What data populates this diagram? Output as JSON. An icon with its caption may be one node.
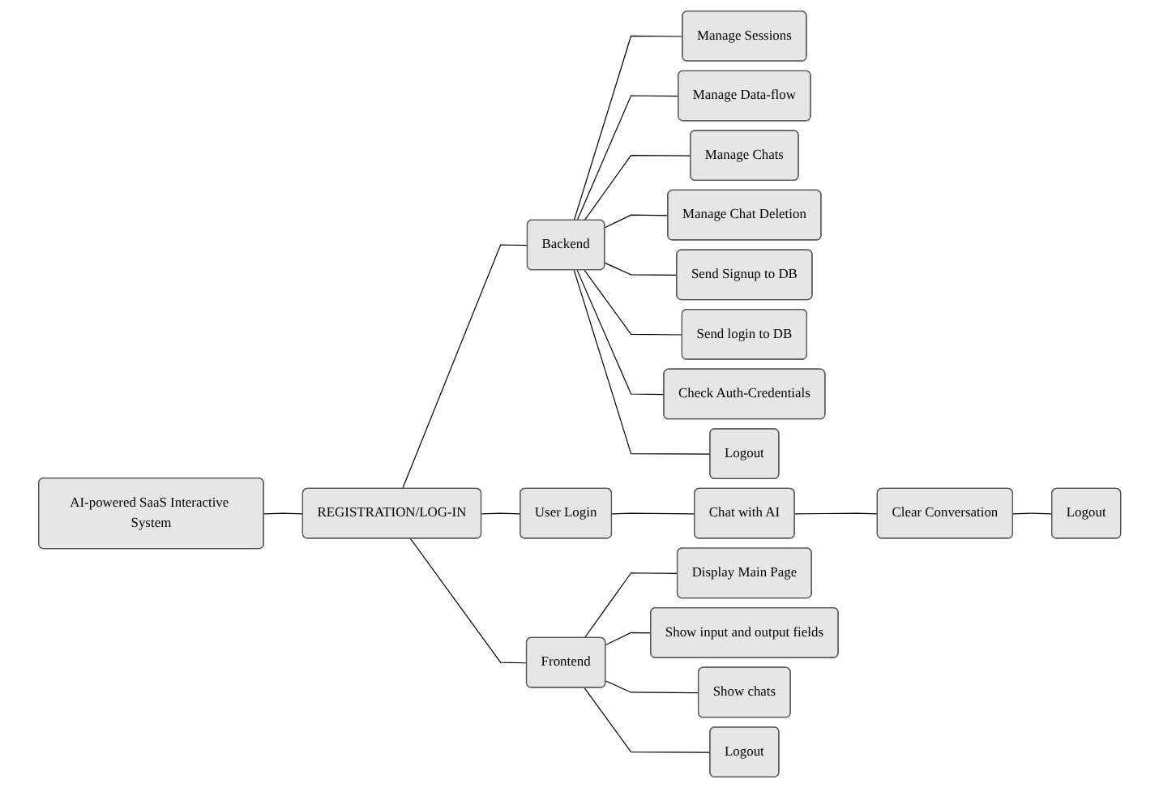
{
  "diagram": {
    "nodes": [
      {
        "text": [
          "AI-powered SaaS Interactive System"
        ]
      },
      {
        "text": [
          "REGISTRATION/LOG-IN"
        ]
      },
      {
        "text": [
          "Backend"
        ]
      },
      {
        "text": [
          "User Login"
        ]
      },
      {
        "text": [
          "Frontend"
        ]
      },
      {
        "text": [
          "Manage Sessions"
        ]
      },
      {
        "text": [
          "Manage Data-flow"
        ]
      },
      {
        "text": [
          "Manage Chats"
        ]
      },
      {
        "text": [
          "Manage Chat Deletion"
        ]
      },
      {
        "text": [
          "Send Signup to DB"
        ]
      },
      {
        "text": [
          "Send login to DB"
        ]
      },
      {
        "text": [
          "Check Auth-Credentials"
        ]
      },
      {
        "text": [
          "Logout"
        ]
      },
      {
        "text": [
          "Chat with AI"
        ]
      },
      {
        "text": [
          "Clear Conversation"
        ]
      },
      {
        "text": [
          "Logout"
        ]
      },
      {
        "text": [
          "Display Main Page"
        ]
      },
      {
        "text": [
          "Show input and output fields"
        ]
      },
      {
        "text": [
          "Show chats"
        ]
      },
      {
        "text": [
          "Logout"
        ]
      }
    ],
    "edges": [
      {
        "from": 0,
        "to": 1,
        "arrow": "none"
      },
      {
        "from": 1,
        "to": 2,
        "arrow": "none"
      },
      {
        "from": 1,
        "to": 3,
        "arrow": "none"
      },
      {
        "from": 1,
        "to": 4,
        "arrow": "none"
      },
      {
        "from": 2,
        "to": 5,
        "arrow": "none"
      },
      {
        "from": 2,
        "to": 6,
        "arrow": "none"
      },
      {
        "from": 2,
        "to": 7,
        "arrow": "none"
      },
      {
        "from": 2,
        "to": 8,
        "arrow": "none"
      },
      {
        "from": 2,
        "to": 9,
        "arrow": "none"
      },
      {
        "from": 2,
        "to": 10,
        "arrow": "none"
      },
      {
        "from": 2,
        "to": 11,
        "arrow": "none"
      },
      {
        "from": 2,
        "to": 12,
        "arrow": "none"
      },
      {
        "from": 3,
        "to": 13,
        "arrow": "none"
      },
      {
        "from": 13,
        "to": 14,
        "arrow": "none"
      },
      {
        "from": 14,
        "to": 15,
        "arrow": "none"
      },
      {
        "from": 4,
        "to": 16,
        "arrow": "none"
      },
      {
        "from": 4,
        "to": 17,
        "arrow": "none"
      },
      {
        "from": 4,
        "to": 18,
        "arrow": "none"
      },
      {
        "from": 4,
        "to": 19,
        "arrow": "none"
      }
    ]
  }
}
